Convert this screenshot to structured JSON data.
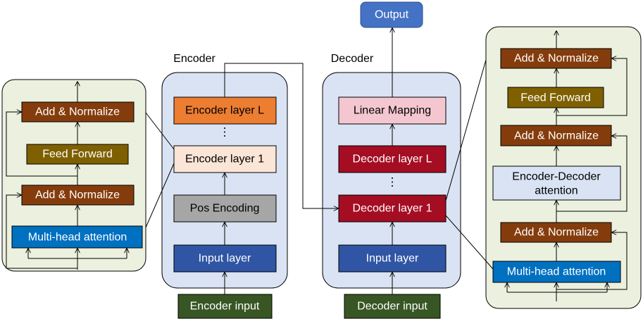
{
  "encoder_title": "Encoder",
  "decoder_title": "Decoder",
  "output": "Output",
  "encoder": {
    "layer_l": "Encoder layer L",
    "ellipsis": "⋮",
    "layer_1": "Encoder layer 1",
    "pos_encoding": "Pos Encoding",
    "input_layer": "Input layer",
    "input": "Encoder input"
  },
  "decoder": {
    "linear_mapping": "Linear Mapping",
    "layer_l": "Decoder layer L",
    "ellipsis": "⋮",
    "layer_1": "Decoder layer 1",
    "input_layer": "Input layer",
    "input": "Decoder input"
  },
  "encoder_detail": {
    "add_norm_top": "Add & Normalize",
    "feed_forward": "Feed Forward",
    "add_norm_bottom": "Add & Normalize",
    "attention": "Multi-head attention"
  },
  "decoder_detail": {
    "add_norm_top": "Add & Normalize",
    "feed_forward": "Feed Forward",
    "add_norm_middle": "Add & Normalize",
    "cross_attention_line1": "Encoder-Decoder",
    "cross_attention_line2": "attention",
    "add_norm_bottom": "Add & Normalize",
    "attention": "Multi-head attention"
  },
  "colors": {
    "panel_green": "#ebf1de",
    "panel_blue": "#dae3f3",
    "orange": "#ed7d31",
    "peach": "#fbe5d6",
    "gray": "#a6a6a6",
    "blue": "#2f55a4",
    "dark_green": "#375623",
    "pink": "#f4c7d0",
    "crimson": "#a50d22",
    "brown": "#843c0c",
    "olive": "#7f6000",
    "light_blue": "#dae3f3",
    "bright_blue": "#0070c0",
    "output_blue": "#4472c4"
  }
}
